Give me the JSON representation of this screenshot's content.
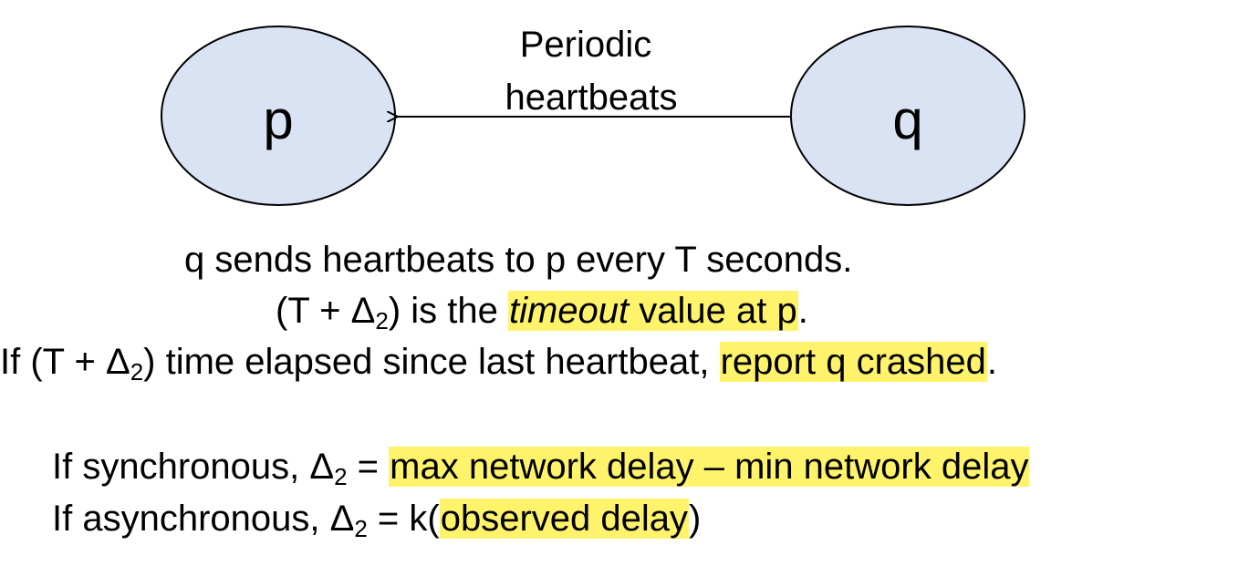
{
  "diagram": {
    "node_p": "p",
    "node_q": "q",
    "edge_label_line1": "Periodic",
    "edge_label_line2": "heartbeats",
    "node_fill": "#dae3f3",
    "node_stroke": "#000000",
    "highlight_color": "#fff36b"
  },
  "text": {
    "line1": "q sends heartbeats to p every  T seconds.",
    "line2_pre": "(T + Δ",
    "line2_sub": "2",
    "line2_mid": ") is the ",
    "line2_em": "timeout",
    "line2_hl_rest": " value at p",
    "line2_end": ".",
    "line3_pre": "If (T + Δ",
    "line3_sub": "2",
    "line3_mid": ") time elapsed since last heartbeat, ",
    "line3_hl": "report q crashed",
    "line3_end": ".",
    "line4_pre": "If synchronous, Δ",
    "line4_sub": "2",
    "line4_mid": " =  ",
    "line4_hl": "max network delay – min network delay",
    "line5_pre": "If asynchronous, Δ",
    "line5_sub": "2",
    "line5_mid": " = k(",
    "line5_hl": "observed delay",
    "line5_end": ")"
  }
}
